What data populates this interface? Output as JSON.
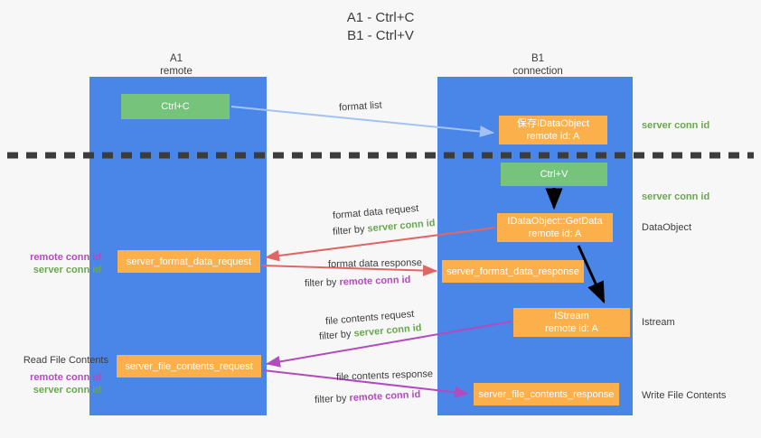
{
  "title": {
    "line1": "A1 - Ctrl+C",
    "line2": "B1 - Ctrl+V"
  },
  "colors": {
    "lane": "#4a86e8",
    "green_box": "#76c37b",
    "orange_box": "#fbb04b",
    "server_conn_id": "#6aa84f",
    "remote_conn_id": "#b44ac0",
    "red_arrow": "#e06666",
    "purple_arrow": "#b44ac0",
    "blue_arrow": "#a4c2f4",
    "black_arrow": "#000000",
    "background": "#f7f7f7"
  },
  "columns": [
    {
      "name": "A1",
      "sub": "remote"
    },
    {
      "name": "B1",
      "sub": "connection"
    }
  ],
  "boxes": {
    "ctrl_c": "Ctrl+C",
    "save_idataobject_l1": "保存IDataObject",
    "save_idataobject_l2": "remote id: A",
    "ctrl_v": "Ctrl+V",
    "getdata_l1": "IDataObject::GetData",
    "getdata_l2": "remote id: A",
    "format_data_request": "server_format_data_request",
    "format_data_response": "server_format_data_response",
    "istream_l1": "IStream",
    "istream_l2": "remote id: A",
    "file_contents_request": "server_file_contents_request",
    "file_contents_response": "server_file_contents_response"
  },
  "captions": {
    "format_list": "format list",
    "format_data_request": "format data request",
    "filter_by": "filter by ",
    "server_conn_id": "server conn id",
    "remote_conn_id": "remote conn id",
    "format_data_response": "format data response",
    "file_contents_request": "file contents request",
    "file_contents_response": "file contents response"
  },
  "side_labels": {
    "server_conn_id_top": "server conn id",
    "server_conn_id_second": "server conn id",
    "dataobject": "DataObject",
    "istream": "Istream",
    "write_file_contents": "Write File Contents",
    "read_file_contents": "Read File Contents",
    "remote_conn_id": "remote conn id",
    "server_conn_id": "server conn id"
  }
}
